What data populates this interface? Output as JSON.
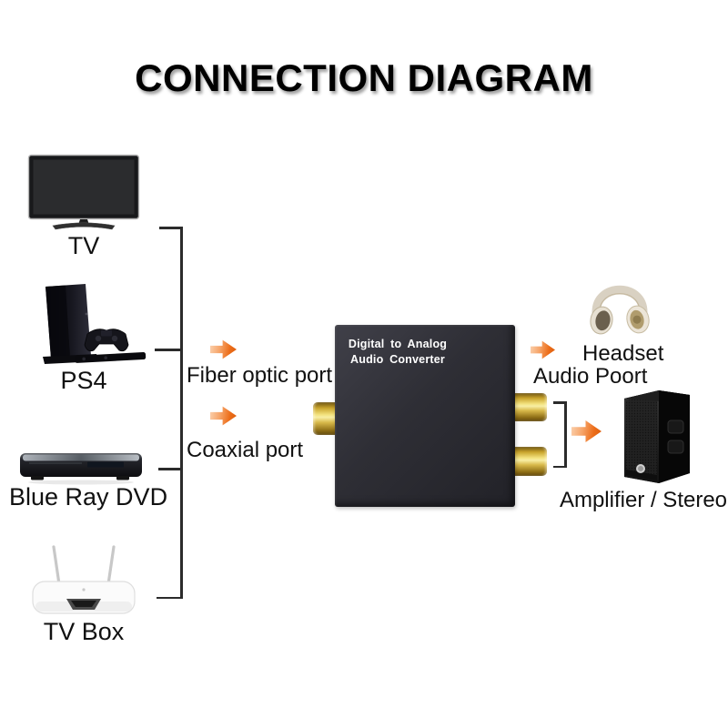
{
  "title": "CONNECTION DIAGRAM",
  "sources": [
    {
      "id": "tv",
      "label": "TV",
      "icon": "tv-icon"
    },
    {
      "id": "ps4",
      "label": "PS4",
      "icon": "game-console-icon"
    },
    {
      "id": "blueray",
      "label": "Blue Ray DVD",
      "icon": "dvd-player-icon"
    },
    {
      "id": "tvbox",
      "label": "TV Box",
      "icon": "tv-box-icon"
    }
  ],
  "converter": {
    "label_line1": "Digital to Analog",
    "label_line2": "Audio Converter",
    "inputs": [
      {
        "id": "fiber",
        "label": "Fiber optic port"
      },
      {
        "id": "coaxial",
        "label": "Coaxial port"
      }
    ]
  },
  "outputs": [
    {
      "id": "headset",
      "label_line1": "Headset",
      "label_line2": "Audio Poort",
      "icon": "headphones-icon"
    },
    {
      "id": "amplifier",
      "label": "Amplifier / Stereo",
      "icon": "speaker-icon"
    }
  ],
  "icons": {
    "connection_arrow": "arrow-right-icon"
  },
  "colors": {
    "background": "#FFFFFF",
    "title_text": "#000000",
    "label_text": "#111111",
    "connector_line": "#2B2B2B",
    "arrow_orange": "#EC6C18",
    "converter_body": "#2E2E35",
    "converter_text": "#FFFFFF",
    "rca_gold": "#D9B23C"
  }
}
